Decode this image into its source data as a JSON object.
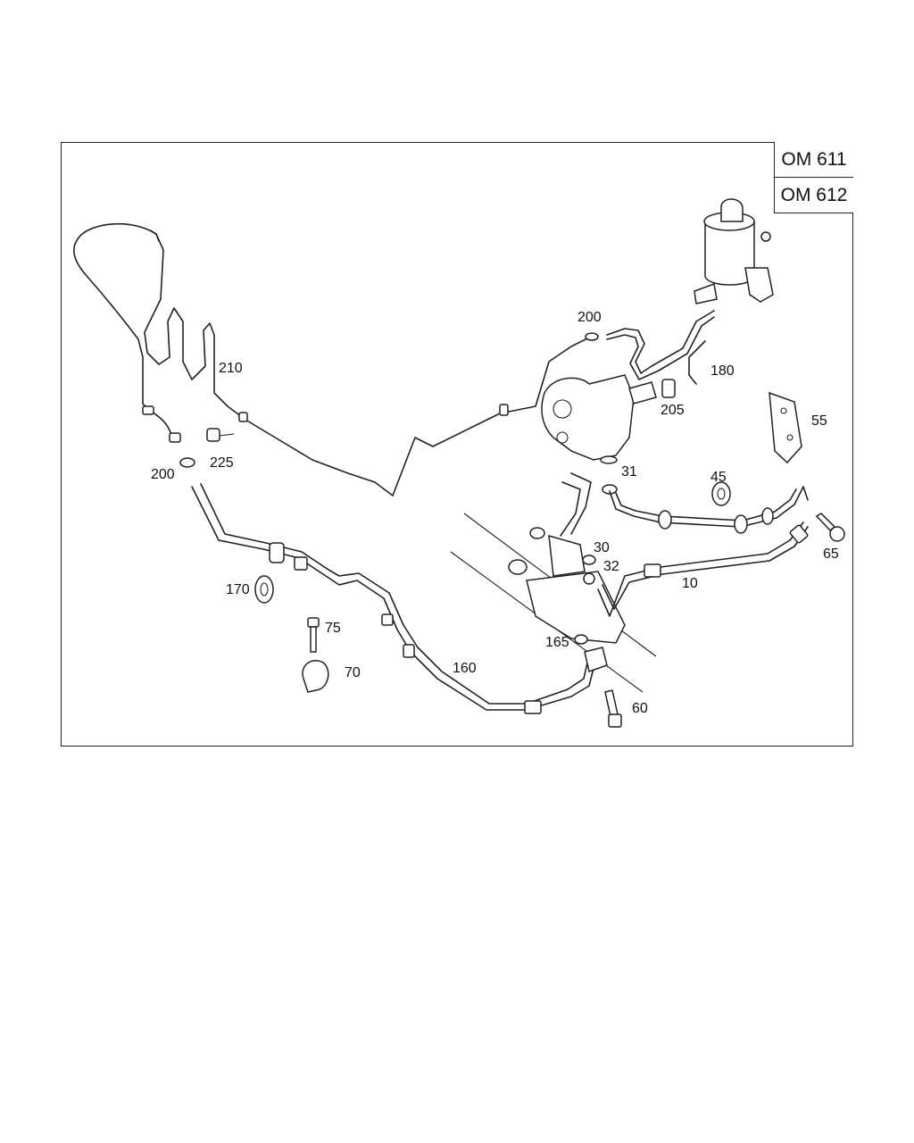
{
  "engine_variants": [
    "OM 611",
    "OM 612"
  ],
  "callouts": {
    "c10": "10",
    "c30": "30",
    "c31": "31",
    "c32": "32",
    "c45": "45",
    "c55": "55",
    "c60": "60",
    "c65": "65",
    "c70": "70",
    "c75": "75",
    "c160": "160",
    "c165": "165",
    "c170": "170",
    "c180": "180",
    "c200a": "200",
    "c200b": "200",
    "c205": "205",
    "c210": "210",
    "c225": "225"
  }
}
